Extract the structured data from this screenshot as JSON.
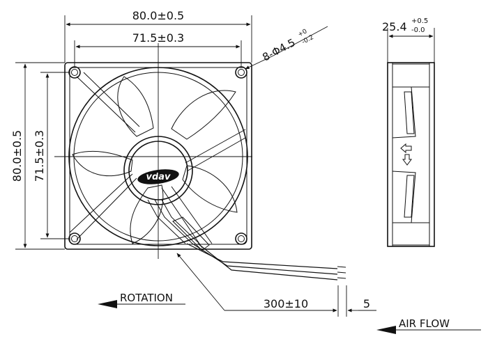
{
  "drawing": {
    "front_view": {
      "width_outer": "80.0±0.5",
      "width_holes": "71.5±0.3",
      "height_outer": "80.0±0.5",
      "height_holes": "71.5±0.3",
      "hole_spec_main": "8-Φ4.5",
      "hole_spec_tol_upper": "+0",
      "hole_spec_tol_lower": "-0.2",
      "brand_logo": "vdav"
    },
    "side_view": {
      "depth_main": "25.4",
      "depth_tol_upper": "+0.5",
      "depth_tol_lower": "-0.0"
    },
    "cable": {
      "length": "300±10",
      "strip": "5"
    },
    "labels": {
      "rotation": "ROTATION",
      "air_flow": "AIR FLOW"
    }
  }
}
